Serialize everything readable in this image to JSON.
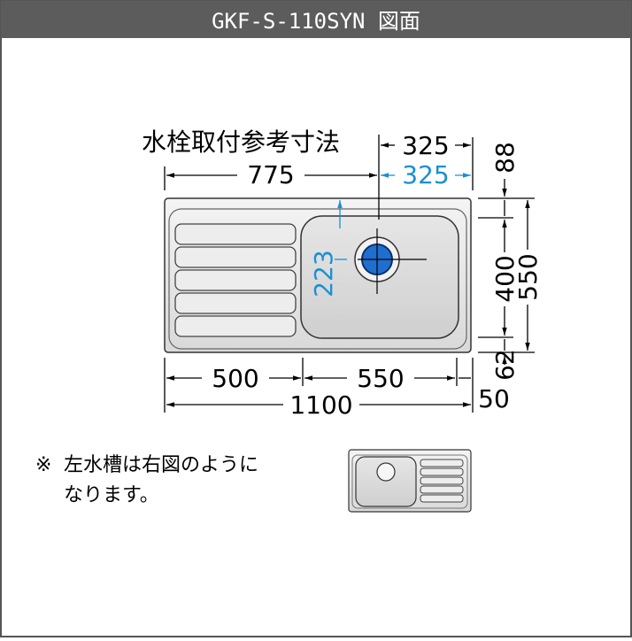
{
  "header": {
    "title": "GKF-S-110SYN 図面",
    "bg_color": "#5c5c5c",
    "text_color": "#ffffff"
  },
  "drawing": {
    "faucet_label": "水栓取付参考寸法",
    "dimensions": {
      "faucet_x": "775",
      "right_top_black": "325",
      "right_top_blue": "325",
      "top_edge": "88",
      "faucet_y_blue": "223",
      "bowl_depth": "400",
      "total_depth": "550",
      "bottom_edge": "62",
      "drainboard_width": "500",
      "bowl_width": "550",
      "right_margin": "50",
      "total_width": "1100"
    },
    "blue_color": "#1a8fd6",
    "drain_color": "#1e6fd0"
  },
  "note": {
    "mark": "※",
    "line1": "左水槽は右図のように",
    "line2": "なります。"
  }
}
